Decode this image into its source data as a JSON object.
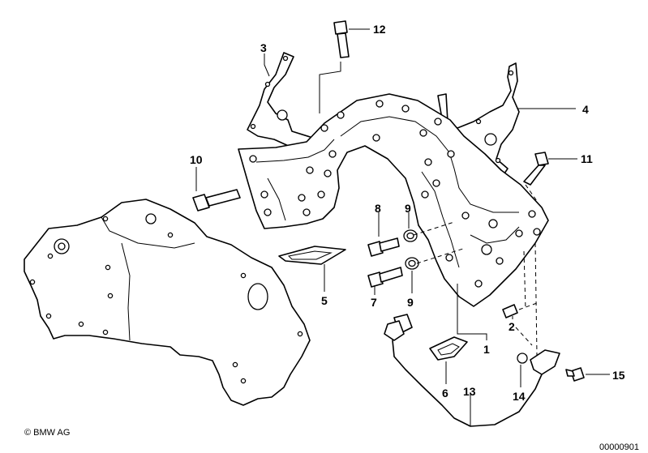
{
  "labels": {
    "p1": "1",
    "p2": "2",
    "p3": "3",
    "p4": "4",
    "p5": "5",
    "p6": "6",
    "p7": "7",
    "p8": "8",
    "p9a": "9",
    "p9b": "9",
    "p10": "10",
    "p11": "11",
    "p12": "12",
    "p13": "13",
    "p14": "14",
    "p15": "15"
  },
  "footer": {
    "copyright": "© BMW AG",
    "doc_number": "00000901"
  }
}
